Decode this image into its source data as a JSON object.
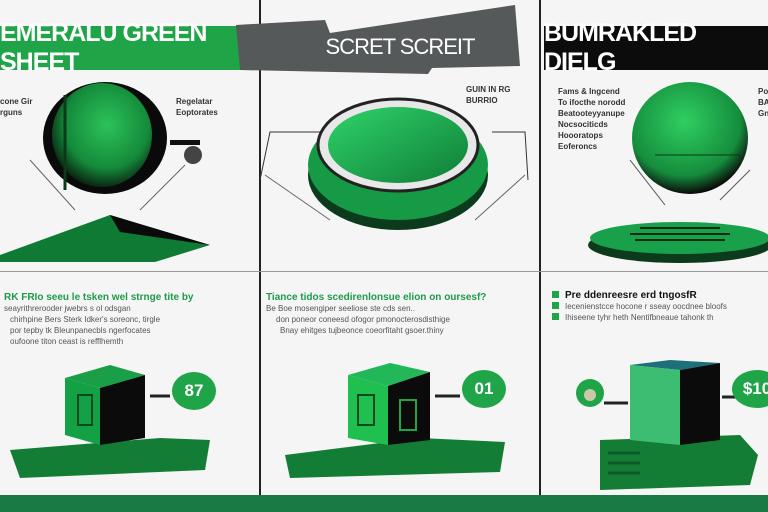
{
  "colors": {
    "accent": "#1fa548",
    "dark": "#111111",
    "gray_banner": "#55595a",
    "footer": "#1a7a44"
  },
  "panels": [
    {
      "title": "EMERALU GREEN SHEET",
      "labels_left": [
        "cone Gir",
        "rguns"
      ],
      "labels_right": [
        "Regelatar",
        "Eoptorates"
      ],
      "subheading": "RK FRIo seeu le tsken wel strnge tite by",
      "body": [
        "seayrithrerooder jwebrs s ol odsgan",
        "chirhpine Bers Sterk Idker's soreonc, tirgle",
        "por tepby tk Bleunpanecbls ngerfocates",
        "oufoone titon ceast is refflhemth"
      ],
      "badge": "87"
    },
    {
      "title": "SCRET SCREIT",
      "labels_right": [
        "GUIN IN RG",
        "BURRIO"
      ],
      "subheading": "Tiance tidos scedirenlonsue elion on oursesf?",
      "body": [
        "Be Boe mosengiper seeliose ste cds sen..",
        "don poneor coneesd ofogor pmonocterosdisthige",
        "Bnay ehitges tujbeonce coeorfitaht gsoer.thiny"
      ],
      "badge": "01"
    },
    {
      "title": "BUMRAKLED DIELG",
      "labels_left": [
        "Fams & Ingcend",
        "To ifocthe norodd",
        "Beatooteyyanupe",
        "Nocsociticds",
        "Hoooratops",
        "Eoferoncs"
      ],
      "labels_right": [
        "Po",
        "BA",
        "Gn"
      ],
      "subheading": "Pre ddenreesre erd tngosfR",
      "bullets": [
        "Iecenienstcce hocone r sseay oocdnee bloofs",
        "Ihiseene tyhr heth Nentifbneaue tahonk th"
      ],
      "badge": "$10"
    }
  ]
}
